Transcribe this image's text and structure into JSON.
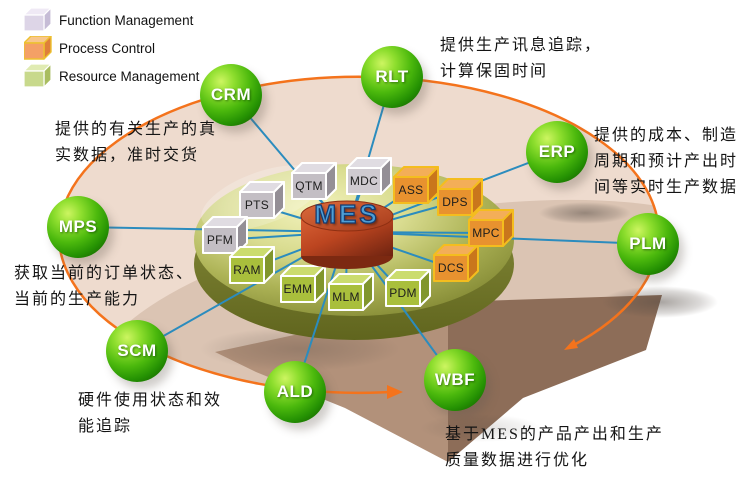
{
  "legend": {
    "items": [
      {
        "id": "function-management",
        "label": "Function Management",
        "front": "#ddd5e7",
        "top": "#efe9f5",
        "side": "#c6bcd6",
        "stroke": "#ffffff"
      },
      {
        "id": "process-control",
        "label": "Process Control",
        "front": "#f4a066",
        "top": "#f8c68c",
        "side": "#df7f3a",
        "stroke": "#edc12f"
      },
      {
        "id": "resource-management",
        "label": "Resource Management",
        "front": "#c8d98c",
        "top": "#e0ebb2",
        "side": "#a9bd60",
        "stroke": "#ffffff"
      }
    ]
  },
  "hub": {
    "label": "MES"
  },
  "cubes": [
    {
      "id": "pts",
      "label": "PTS",
      "category": "function-management"
    },
    {
      "id": "qtm",
      "label": "QTM",
      "category": "function-management"
    },
    {
      "id": "mdc",
      "label": "MDC",
      "category": "function-management"
    },
    {
      "id": "pfm",
      "label": "PFM",
      "category": "function-management"
    },
    {
      "id": "ass",
      "label": "ASS",
      "category": "process-control"
    },
    {
      "id": "dps",
      "label": "DPS",
      "category": "process-control"
    },
    {
      "id": "mpc",
      "label": "MPC",
      "category": "process-control"
    },
    {
      "id": "dcs",
      "label": "DCS",
      "category": "process-control"
    },
    {
      "id": "ram",
      "label": "RAM",
      "category": "resource-management"
    },
    {
      "id": "emm",
      "label": "EMM",
      "category": "resource-management"
    },
    {
      "id": "mlm",
      "label": "MLM",
      "category": "resource-management"
    },
    {
      "id": "pdm",
      "label": "PDM",
      "category": "resource-management"
    }
  ],
  "spheres": [
    {
      "id": "crm",
      "label": "CRM"
    },
    {
      "id": "rlt",
      "label": "RLT"
    },
    {
      "id": "erp",
      "label": "ERP"
    },
    {
      "id": "plm",
      "label": "PLM"
    },
    {
      "id": "mps",
      "label": "MPS"
    },
    {
      "id": "scm",
      "label": "SCM"
    },
    {
      "id": "ald",
      "label": "ALD"
    },
    {
      "id": "wbf",
      "label": "WBF"
    }
  ],
  "notes": [
    {
      "id": "rlt-note",
      "text": "提供生产讯息追踪，\n计算保固时间"
    },
    {
      "id": "erp-note",
      "text": "提供的成本、制造\n周期和预计产出时\n间等实时生产数据"
    },
    {
      "id": "crm-note",
      "text": "提供的有关生产的真\n实数据，准时交货"
    },
    {
      "id": "mps-note",
      "text": "获取当前的订单状态、\n当前的生产能力"
    },
    {
      "id": "scm-note",
      "text": "硬件使用状态和效\n能追踪"
    },
    {
      "id": "wbf-note",
      "text": "基于MES的产品产出和生产\n质量数据进行优化"
    }
  ],
  "palette": {
    "ring_fill": "#eedbce",
    "ring_stroke": "#f4731c",
    "disc": "#adb356",
    "wedge_light": "#b2917a",
    "wedge_dark": "#8d6d58",
    "connector": "#2b8cbe",
    "cylinder": "#bc4520",
    "sphere_green": "#4cb90d",
    "cube_gray": "#c3bec4",
    "cube_orange": "#e8922f",
    "cube_green": "#a9bf3c"
  }
}
